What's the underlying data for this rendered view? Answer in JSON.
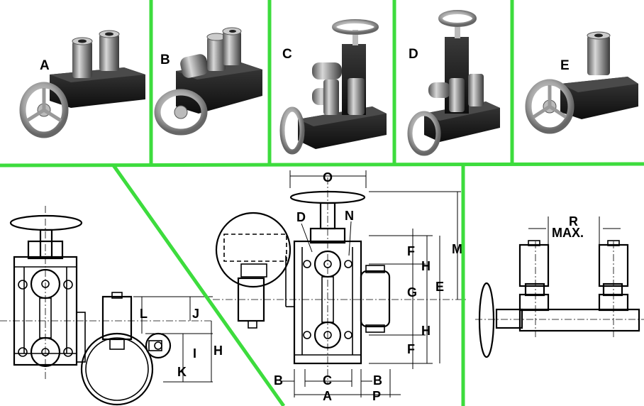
{
  "products": [
    {
      "id": "A",
      "label": "A"
    },
    {
      "id": "B",
      "label": "B"
    },
    {
      "id": "C",
      "label": "C"
    },
    {
      "id": "D",
      "label": "D"
    },
    {
      "id": "E",
      "label": "E"
    }
  ],
  "left_diagram_labels": {
    "L": "L",
    "J": "J",
    "I": "I",
    "H": "H",
    "K": "K"
  },
  "center_diagram_labels": {
    "O": "O",
    "D": "D",
    "N": "N",
    "M": "M",
    "F1": "F",
    "H1": "H",
    "G": "G",
    "E": "E",
    "H2": "H",
    "F2": "F",
    "B1": "B",
    "C": "C",
    "B2": "B",
    "A": "A",
    "P": "P"
  },
  "right_diagram_labels": {
    "R": "R",
    "MAX": "MAX."
  },
  "colors": {
    "divider": "#3ddc3d",
    "metal_dark": "#1a1a1a",
    "metal_light": "#b8b8b8"
  }
}
